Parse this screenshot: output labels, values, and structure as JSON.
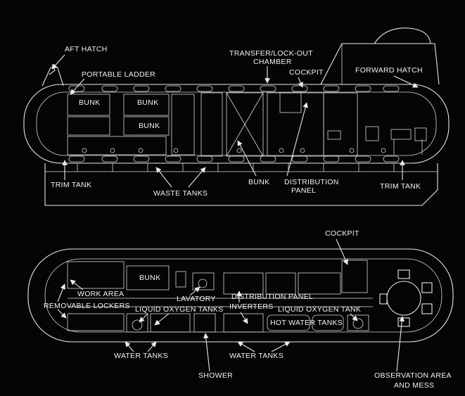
{
  "side_view": {
    "labels": {
      "aft_hatch": "AFT HATCH",
      "portable_ladder": "PORTABLE LADDER",
      "transfer_chamber_line1": "TRANSFER/LOCK-OUT",
      "transfer_chamber_line2": "CHAMBER",
      "cockpit": "COCKPIT",
      "forward_hatch": "FORWARD HATCH",
      "bunk_1": "BUNK",
      "bunk_2": "BUNK",
      "bunk_3": "BUNK",
      "trim_tank_aft": "TRIM TANK",
      "waste_tanks": "WASTE TANKS",
      "bunk_lower": "BUNK",
      "distribution_panel_line1": "DISTRIBUTION",
      "distribution_panel_line2": "PANEL",
      "trim_tank_fwd": "TRIM TANK"
    }
  },
  "plan_view": {
    "labels": {
      "cockpit": "COCKPIT",
      "bunk": "BUNK",
      "lavatory": "LAVATORY",
      "distribution_panel": "DISTRIBUTION PANEL",
      "work_area": "WORK AREA",
      "removable_lockers": "REMOVABLE LOCKERS",
      "liquid_oxygen_tanks": "LIQUID OXYGEN TANKS",
      "inverters": "INVERTERS",
      "liquid_oxygen_tank": "LIQUID OXYGEN TANK",
      "hot_water_tanks": "HOT WATER TANKS",
      "water_tanks_aft": "WATER TANKS",
      "water_tanks_fwd": "WATER TANKS",
      "shower": "SHOWER",
      "observation_line1": "OBSERVATION AREA",
      "observation_line2": "AND MESS"
    }
  }
}
